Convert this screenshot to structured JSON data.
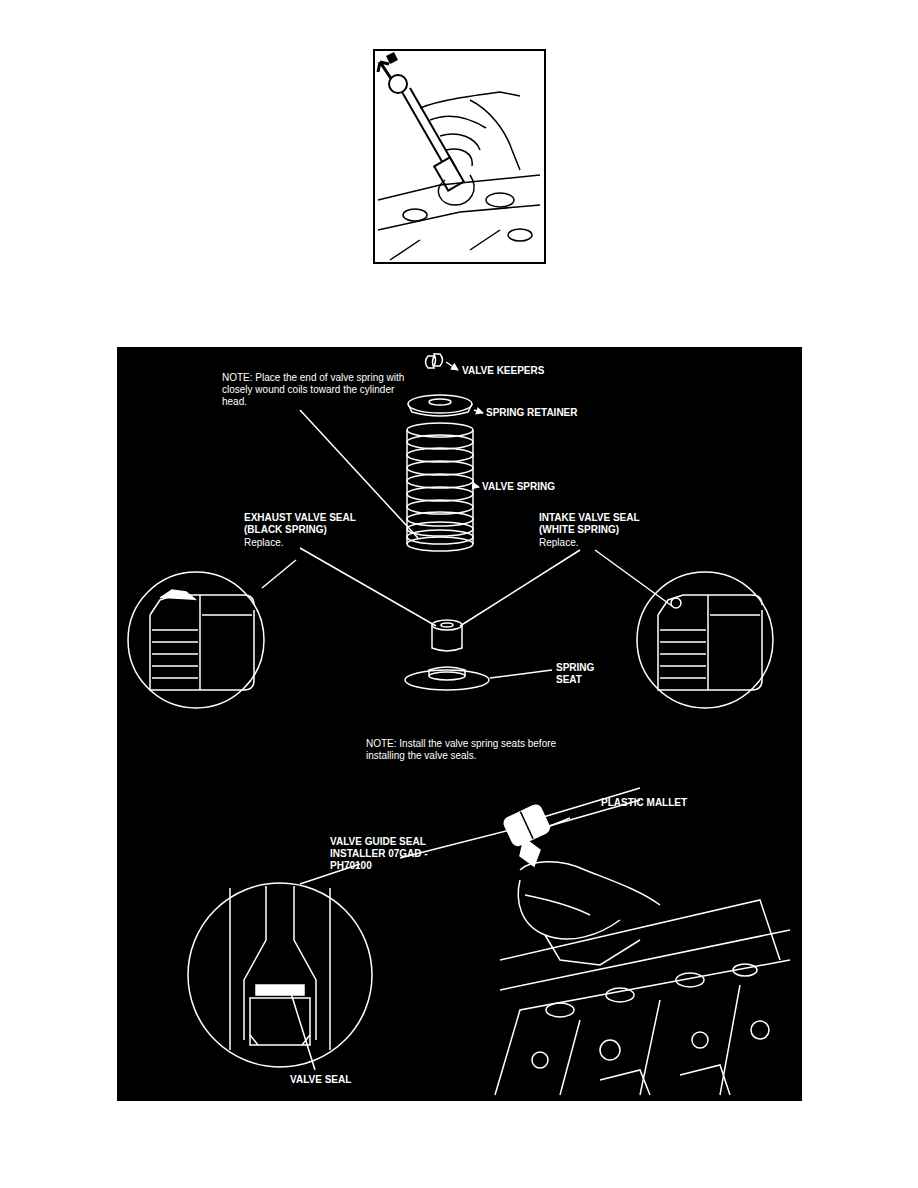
{
  "diagram": {
    "labels": [
      "VALVE KEEPERS",
      "NOTE: Place the end of valve spring with closely wound coils toward the cylinder head.",
      "SPRING RETAINER",
      "VALVE SPRING",
      "EXHAUST VALVE SEAL (BLACK SPRING)",
      "Replace.",
      "INTAKE VALVE SEAL (WHITE SPRING)",
      "Replace.",
      "SPRING SEAT",
      "NOTE: Install the valve spring seats before installing the valve seals.",
      "PLASTIC MALLET",
      "VALVE GUIDE SEAL INSTALLER 07GAD - PH70100",
      "VALVE SEAL"
    ]
  }
}
